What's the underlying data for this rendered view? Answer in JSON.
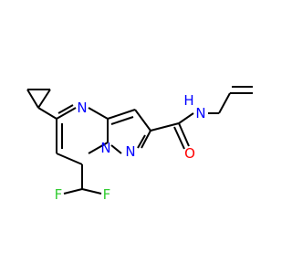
{
  "molecule": {
    "atoms": {
      "n_ring_top": {
        "symbol": "N",
        "color": "#0000FF"
      },
      "n_ring_bridge": {
        "symbol": "N",
        "color": "#0000FF"
      },
      "n_pyrazole": {
        "symbol": "N",
        "color": "#0000FF"
      },
      "n_amide": {
        "symbol": "N",
        "color": "#0000FF"
      },
      "h_amide": {
        "symbol": "H",
        "color": "#0000FF"
      },
      "o_carbonyl": {
        "symbol": "O",
        "color": "#FF0000"
      },
      "f_left": {
        "symbol": "F",
        "color": "#33CC33"
      },
      "f_right": {
        "symbol": "F",
        "color": "#33CC33"
      }
    },
    "colors": {
      "bond": "#000000",
      "nitrogen": "#0000FF",
      "oxygen": "#FF0000",
      "fluorine": "#33CC33"
    }
  }
}
